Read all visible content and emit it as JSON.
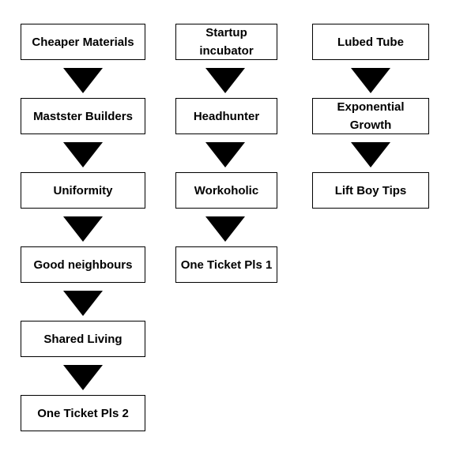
{
  "columns": [
    {
      "nodes": [
        "Cheaper Materials",
        "Mastster Builders",
        "Uniformity",
        "Good neighbours",
        "Shared Living",
        "One Ticket Pls 2"
      ]
    },
    {
      "nodes": [
        "Startup\nincubator",
        "Headhunter",
        "Workoholic",
        "One Ticket Pls 1"
      ]
    },
    {
      "nodes": [
        "Lubed Tube",
        "Exponential\nGrowth",
        "Lift Boy Tips"
      ]
    }
  ],
  "colors": {
    "box_border": "#000000",
    "box_fill": "#ffffff",
    "arrow": "#000000",
    "text": "#000000"
  }
}
